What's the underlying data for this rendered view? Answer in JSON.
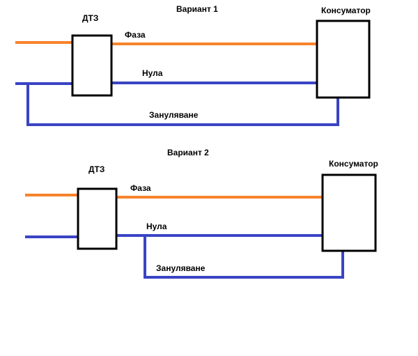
{
  "colors": {
    "phase": "#f7832c",
    "neutral": "#3a44c4",
    "outline": "#000000",
    "background": "#ffffff"
  },
  "variant1": {
    "title": "Вариант 1",
    "rcd_label": "ДТЗ",
    "consumer_label": "Консуматор",
    "phase_label": "Фаза",
    "neutral_label": "Нула",
    "grounding_label": "Зануляване"
  },
  "variant2": {
    "title": "Вариант 2",
    "rcd_label": "ДТЗ",
    "consumer_label": "Консуматор",
    "phase_label": "Фаза",
    "neutral_label": "Нула",
    "grounding_label": "Зануляване"
  }
}
